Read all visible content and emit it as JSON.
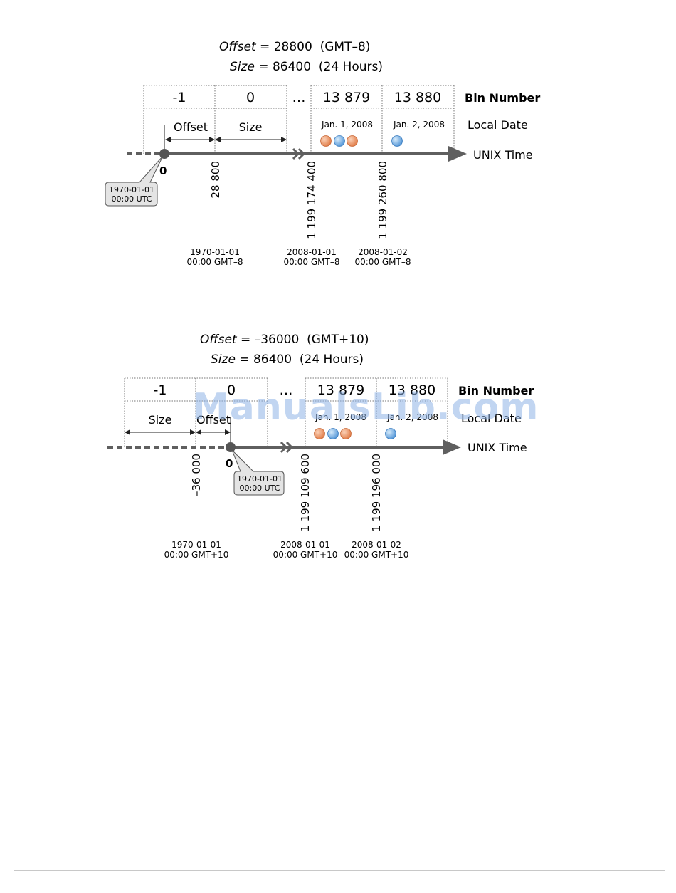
{
  "diagrams": [
    {
      "id": "gmt-8",
      "offset_line": {
        "term": "Offset",
        "value": "28800",
        "note": "(GMT–8)"
      },
      "size_line": {
        "term": "Size",
        "value": "86400",
        "note": "(24 Hours)"
      },
      "bins": [
        "-1",
        "0",
        "…",
        "13 879",
        "13 880"
      ],
      "row_labels": {
        "bin": "Bin Number",
        "local": "Local Date",
        "axis": "UNIX Time"
      },
      "span_labels": [
        "Offset",
        "Size"
      ],
      "local_dates": [
        "Jan. 1, 2008",
        "Jan. 2, 2008"
      ],
      "dots_bin1": [
        "orange",
        "blue",
        "orange"
      ],
      "dots_bin2": [
        "blue"
      ],
      "zero_label": "0",
      "callout": [
        "1970-01-01",
        "00:00 UTC"
      ],
      "ticks": [
        "28 800",
        "1 199 174 400",
        "1 199 260 800"
      ],
      "bottom_labels": [
        [
          "1970-01-01",
          "00:00 GMT–8"
        ],
        [
          "2008-01-01",
          "00:00 GMT–8"
        ],
        [
          "2008-01-02",
          "00:00 GMT–8"
        ]
      ]
    },
    {
      "id": "gmt+10",
      "offset_line": {
        "term": "Offset",
        "value": "–36000",
        "note": "(GMT+10)"
      },
      "size_line": {
        "term": "Size",
        "value": "86400",
        "note": "(24 Hours)"
      },
      "bins": [
        "-1",
        "0",
        "…",
        "13 879",
        "13 880"
      ],
      "row_labels": {
        "bin": "Bin Number",
        "local": "Local Date",
        "axis": "UNIX Time"
      },
      "span_labels": [
        "Size",
        "Offset"
      ],
      "local_dates": [
        "Jan. 1, 2008",
        "Jan. 2, 2008"
      ],
      "dots_bin1": [
        "orange",
        "blue",
        "orange"
      ],
      "dots_bin2": [
        "blue"
      ],
      "zero_label": "0",
      "callout": [
        "1970-01-01",
        "00:00 UTC"
      ],
      "ticks": [
        "–36 000",
        "1 199 109 600",
        "1 199 196 000"
      ],
      "bottom_labels": [
        [
          "1970-01-01",
          "00:00 GMT+10"
        ],
        [
          "2008-01-01",
          "00:00 GMT+10"
        ],
        [
          "2008-01-02",
          "00:00 GMT+10"
        ]
      ]
    }
  ],
  "watermark": "ManualsLib.com",
  "colors": {
    "axis": "#5f5f5f",
    "orange": "#e8865a",
    "blue": "#6ea8dc",
    "callout_fill": "#e4e4e4",
    "grid": "#777777"
  }
}
